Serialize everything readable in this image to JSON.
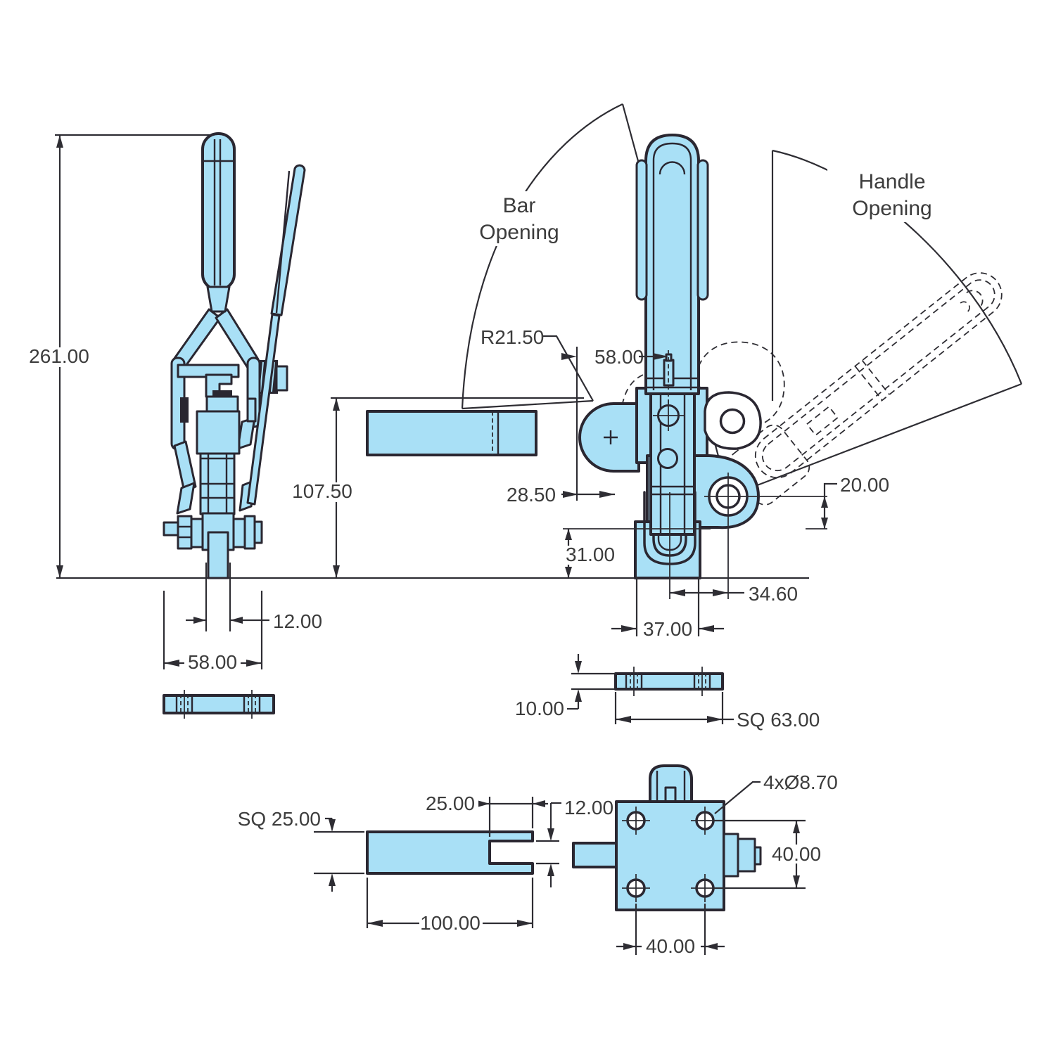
{
  "colors": {
    "part_fill": "#a9e0f6",
    "outline": "#2a2731",
    "dimension_text": "#3c3c3c"
  },
  "views": {
    "side_view": {
      "overall_height": "261.00",
      "plunger_width": "12.00",
      "body_width": "58.00"
    },
    "front_view": {
      "bar_opening": [
        "Bar",
        "Opening"
      ],
      "handle_opening": [
        "Handle",
        "Opening"
      ],
      "bar_radius": "R21.50",
      "pin_offset": "58.00",
      "bar_reach": "28.50",
      "bar_height": "107.50",
      "pivot_height": "20.00",
      "foot_height": "31.00",
      "pivot_offset": "34.60",
      "base_width": "37.00"
    },
    "base_plate": {
      "thickness": "10.00",
      "size": "SQ 63.00"
    },
    "bar_detail": {
      "section": "SQ 25.00",
      "slot_depth": "25.00",
      "slot_width": "12.00",
      "length": "100.00"
    },
    "mount_detail": {
      "holes": "4xØ8.70",
      "hole_spacing_vertical": "40.00",
      "hole_spacing_horizontal": "40.00"
    }
  }
}
